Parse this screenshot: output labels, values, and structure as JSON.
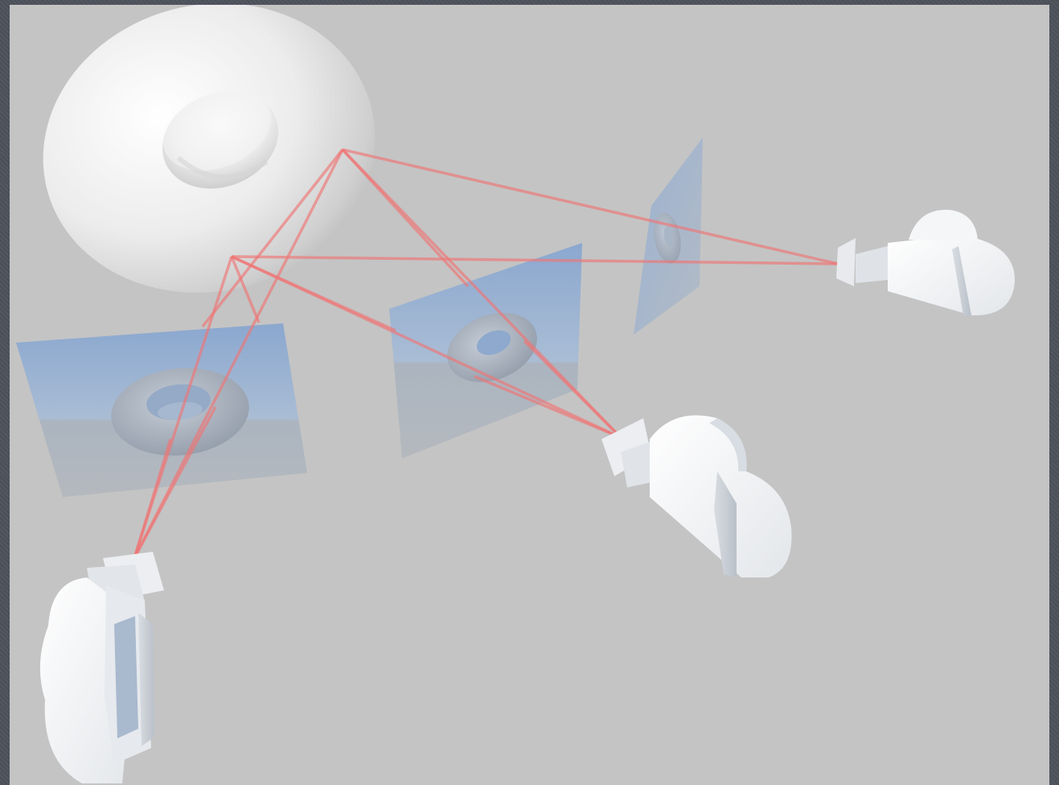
{
  "scene": {
    "objects": [
      {
        "id": "torus",
        "icon": "torus-object"
      },
      {
        "id": "image-plane-left",
        "icon": "image-plane"
      },
      {
        "id": "image-plane-center",
        "icon": "image-plane"
      },
      {
        "id": "image-plane-right",
        "icon": "image-plane"
      },
      {
        "id": "camera-left",
        "icon": "movie-camera-icon"
      },
      {
        "id": "camera-center",
        "icon": "movie-camera-icon"
      },
      {
        "id": "camera-right",
        "icon": "movie-camera-icon"
      }
    ],
    "colors": {
      "background": "#c4c4c4",
      "frame": "#4c525b",
      "ray": "#f07070",
      "plane_sky": "#8fa9cf",
      "plane_ground": "#aeb6c0",
      "object": "#f2f2f2"
    }
  }
}
